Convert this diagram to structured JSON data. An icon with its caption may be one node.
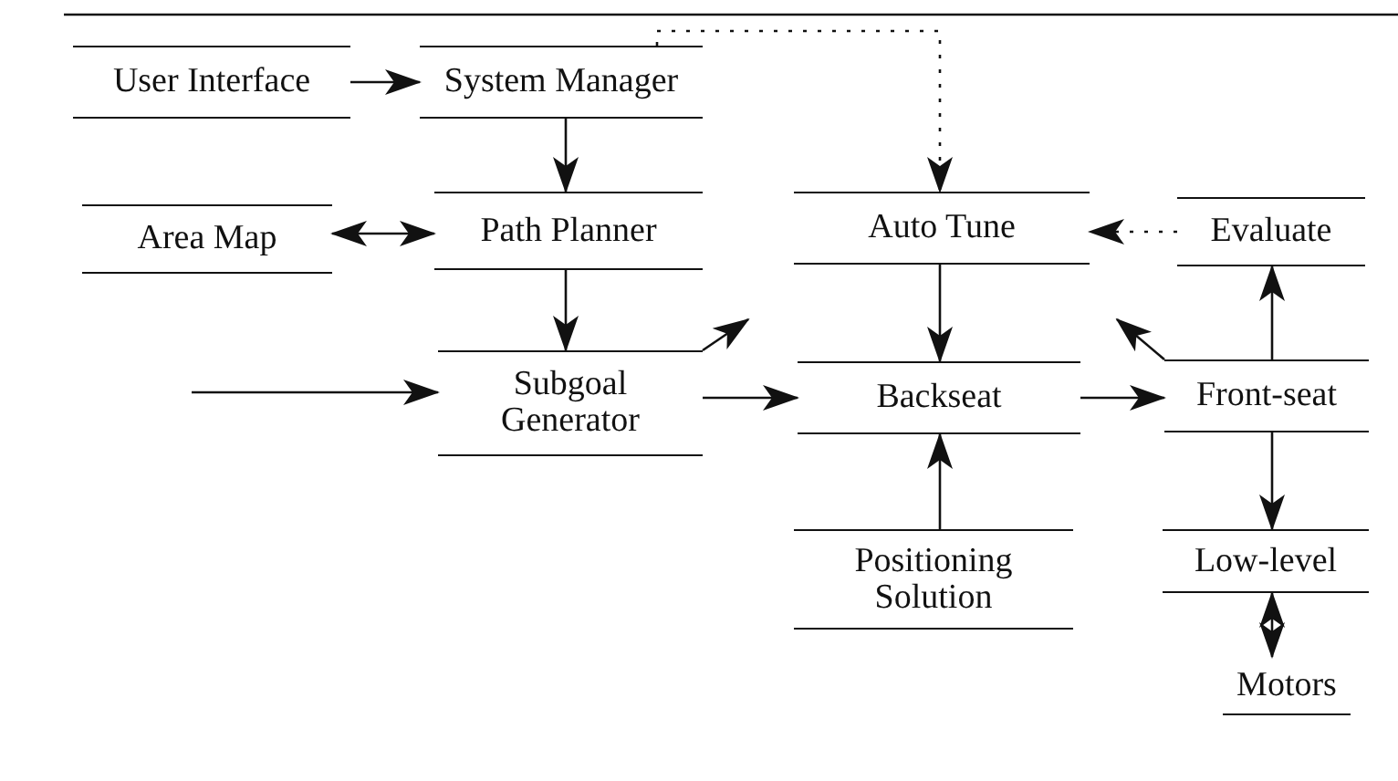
{
  "diagram": {
    "nodes": [
      {
        "text": [
          "User Interface"
        ]
      },
      {
        "text": [
          "System Manager"
        ]
      },
      {
        "text": [
          "Area Map"
        ]
      },
      {
        "text": [
          "Path Planner"
        ]
      },
      {
        "text": [
          "Auto Tune"
        ]
      },
      {
        "text": [
          "Evaluate"
        ]
      },
      {
        "text": [
          "Subgoal Generator"
        ]
      },
      {
        "text": [
          "Backseat"
        ]
      },
      {
        "text": [
          "Front-seat"
        ]
      },
      {
        "text": [
          "Positioning Solution"
        ]
      },
      {
        "text": [
          "Low-level"
        ]
      },
      {
        "text": [
          "Motors"
        ]
      }
    ],
    "edges": [
      {
        "from": 0,
        "to": 1,
        "arrow": "to"
      },
      {
        "from": 1,
        "to": 3,
        "arrow": "to"
      },
      {
        "from": 1,
        "to": 4,
        "arrow": "to",
        "style": "dashed"
      },
      {
        "from": 3,
        "to": 2,
        "arrow": "both"
      },
      {
        "from": 3,
        "to": 6,
        "arrow": "to"
      },
      {
        "from": null,
        "to": 6,
        "arrow": "to"
      },
      {
        "from": 6,
        "to": null,
        "arrow": "to"
      },
      {
        "from": 6,
        "to": 7,
        "arrow": "to"
      },
      {
        "from": 4,
        "to": 7,
        "arrow": "to"
      },
      {
        "from": 9,
        "to": 7,
        "arrow": "to"
      },
      {
        "from": 7,
        "to": 8,
        "arrow": "to"
      },
      {
        "from": 8,
        "to": 5,
        "arrow": "to"
      },
      {
        "from": 8,
        "to": null,
        "arrow": "to"
      },
      {
        "from": 5,
        "to": 4,
        "arrow": "to",
        "style": "dashed"
      },
      {
        "from": 8,
        "to": 10,
        "arrow": "to"
      },
      {
        "from": 10,
        "to": 11,
        "arrow": "both"
      }
    ]
  }
}
